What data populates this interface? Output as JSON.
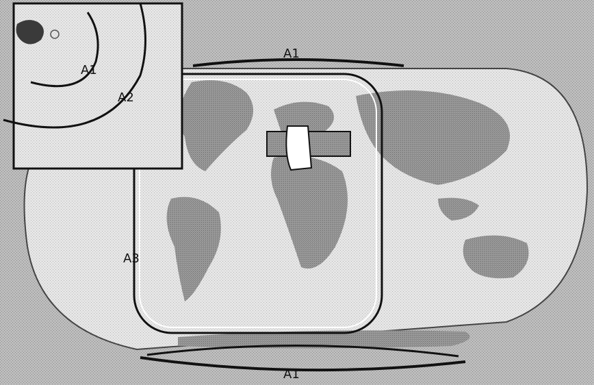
{
  "map": {
    "inset_labels": {
      "arc_1": "A1",
      "arc_2": "A2"
    },
    "route_labels": {
      "top": "A1",
      "left": "A3",
      "bottom": "A1"
    },
    "colors": {
      "background": "#c8c8c8",
      "ocean": "#e2e2e2",
      "land": "#8c8c8c",
      "land_light": "#a8a8a8",
      "line": "#111111",
      "highlight": "#ffffff"
    }
  }
}
